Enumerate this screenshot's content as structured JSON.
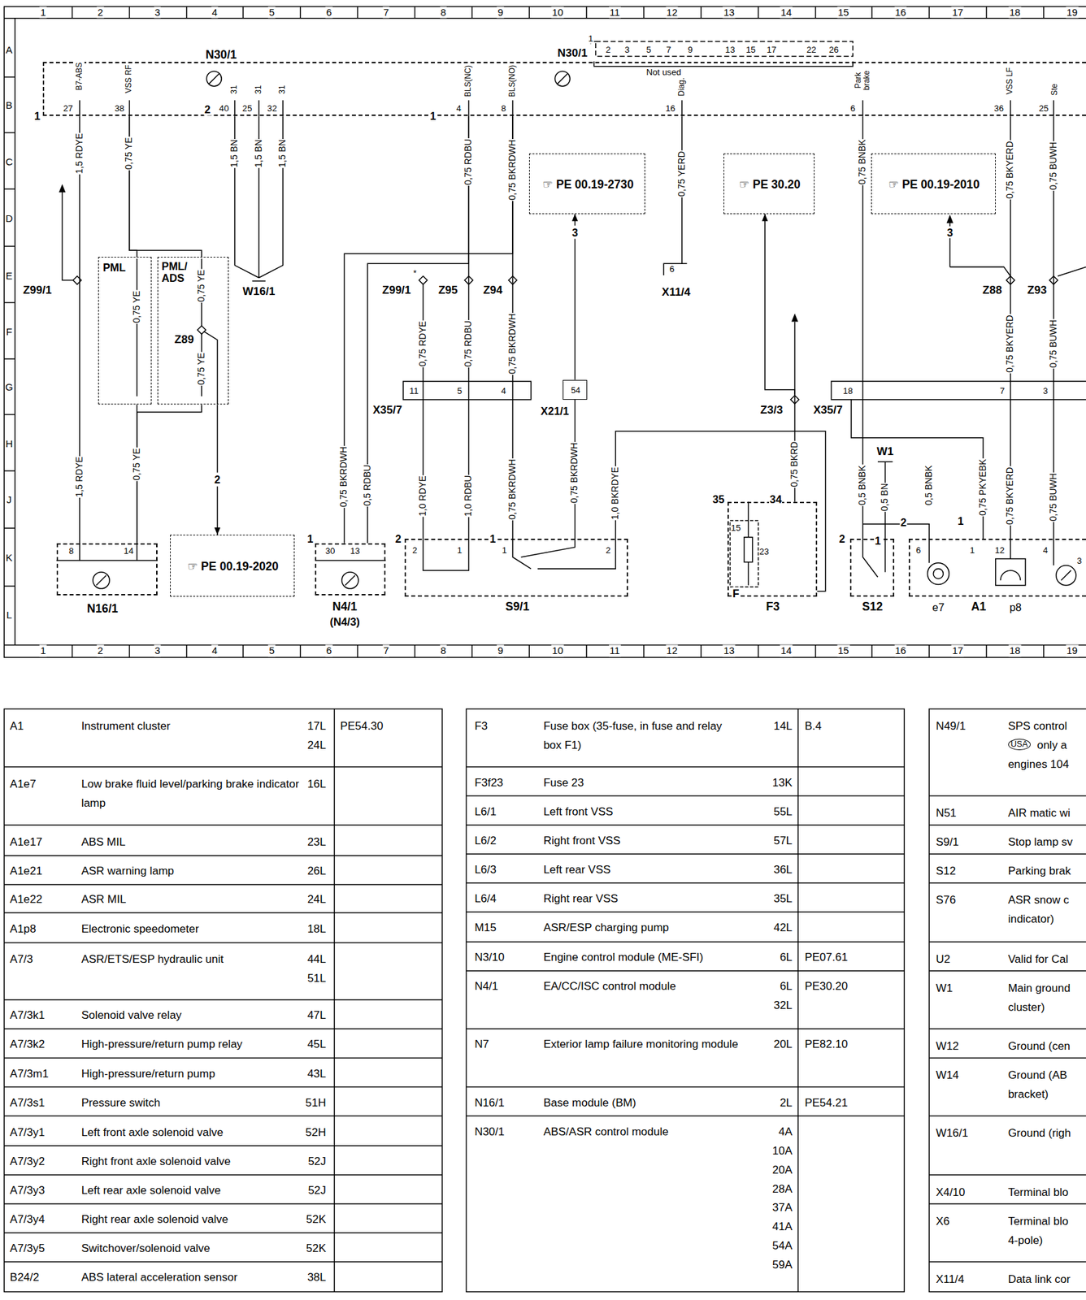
{
  "diagram": {
    "nodes": [
      {
        "text": [
          "N30/1"
        ]
      },
      {
        "text": [
          "☞ PE 00.19-2730"
        ]
      },
      {
        "text": [
          "☞ PE 30.20"
        ]
      },
      {
        "text": [
          "☞ PE 00.19-2010"
        ]
      },
      {
        "text": [
          "PML"
        ]
      },
      {
        "text": [
          "PML/ ADS"
        ]
      },
      {
        "text": [
          "54",
          "X21/1"
        ]
      },
      {
        "text": [
          "N16/1"
        ]
      },
      {
        "text": [
          "☞ PE 00.19-2020"
        ]
      },
      {
        "text": [
          "N4/1",
          "(N4/3)"
        ]
      },
      {
        "text": [
          "S9/1"
        ]
      },
      {
        "text": [
          "F3"
        ]
      },
      {
        "text": [
          "S12"
        ]
      },
      {
        "text": [
          "A1"
        ]
      }
    ],
    "edges": [
      {
        "from": 0,
        "to": 7,
        "arrow": "none"
      },
      {
        "from": 0,
        "to": 4,
        "arrow": "none"
      },
      {
        "from": 4,
        "to": 7,
        "arrow": "none"
      },
      {
        "from": 5,
        "to": 8,
        "label": "2",
        "arrow": "to"
      },
      {
        "from": 6,
        "to": 1,
        "label": "3",
        "arrow": "to"
      },
      {
        "from": 6,
        "to": 10,
        "arrow": "none"
      },
      {
        "from": 0,
        "to": 10,
        "arrow": "none"
      },
      {
        "from": 0,
        "to": 10,
        "arrow": "none"
      },
      {
        "from": 0,
        "to": 9,
        "arrow": "none"
      },
      {
        "from": 0,
        "to": 9,
        "arrow": "none"
      },
      {
        "from": 11,
        "to": 2,
        "arrow": "to"
      },
      {
        "from": 0,
        "to": 12,
        "arrow": "none"
      },
      {
        "from": 0,
        "to": 13,
        "arrow": "none"
      },
      {
        "from": 0,
        "to": 13,
        "arrow": "none"
      },
      {
        "from": 10,
        "to": 11,
        "arrow": "none"
      },
      {
        "from": 0,
        "to": 5,
        "arrow": "none"
      },
      {
        "from": 5,
        "to": 7,
        "arrow": "none"
      }
    ],
    "labels": [
      "1",
      "2",
      "3",
      "4",
      "5",
      "6",
      "7",
      "8",
      "9",
      "10",
      "11",
      "12",
      "13",
      "14",
      "15",
      "16",
      "17",
      "18",
      "19",
      "1",
      "2",
      "3",
      "4",
      "5",
      "6",
      "7",
      "8",
      "9",
      "10",
      "11",
      "12",
      "13",
      "14",
      "15",
      "16",
      "17",
      "18",
      "19",
      "A",
      "B",
      "C",
      "D",
      "E",
      "F",
      "G",
      "H",
      "J",
      "K",
      "L",
      "N30/1",
      "1",
      "2",
      "3",
      "5",
      "7",
      "9",
      "13",
      "15",
      "17",
      "22",
      "26",
      "Not used",
      "B7-ABS",
      "VSS RF",
      "31",
      "31",
      "31",
      "BLS(NC)",
      "BLS(NO)",
      "Diag.",
      "Park brake",
      "VSS LF",
      "Ste",
      "27",
      "38",
      "40",
      "25",
      "32",
      "4",
      "8",
      "16",
      "6",
      "36",
      "25",
      "1",
      "2",
      "1",
      "1,5 RDYE",
      "0,75 YE",
      "1,5 BN",
      "1,5 BN",
      "1,5 BN",
      "0,75 RDBU",
      "0,75 BKRDWH",
      "0,75 YERD",
      "0,75 BNBK",
      "0,75 BKYERD",
      "0,75 BUWH",
      "3",
      "Z99/1",
      "*",
      "Z99/1",
      "Z95",
      "Z94",
      "W16/1",
      "X11/4",
      "6",
      "Z88",
      "Z93",
      "Z89",
      "X35/7",
      "Z3/3",
      "X35/7",
      "W1",
      "0,75 YE",
      "0,75 YE",
      "0,75 YE",
      "1,5 RDYE",
      "0,75 YE",
      "0,75 RDYE",
      "0,75 RDBU",
      "0,75 BKRDWH",
      "0,75 BKYERD",
      "0,75 BUWH",
      "0,75 BKRDWH",
      "0,5 RDBU",
      "1,0 RDYE",
      "1,0 RDBU",
      "0,75 BKRDWH",
      "0,75 BKRDWH",
      "1,0 BKRDYE",
      "0,75 BKRD",
      "0,5 BNBK",
      "0,5 BN",
      "0,5 BNBK",
      "0,75 PKYEBK",
      "0,75 BKYERD",
      "0,75 BUWH",
      "11",
      "5",
      "4",
      "18",
      "7",
      "3",
      "8",
      "14",
      "1",
      "30",
      "13",
      "2",
      "2",
      "1",
      "1",
      "1",
      "2",
      "35",
      "34",
      "15",
      "23",
      "F",
      "2",
      "1",
      "2",
      "6",
      "1",
      "1",
      "12",
      "4",
      "3",
      "e7",
      "p8",
      "A1",
      "Instrument cluster",
      "17L",
      "24L",
      "PE54.30",
      "A1e7",
      "Low brake fluid level/parking brake indicator lamp",
      "16L",
      "A1e17",
      "ABS MIL",
      "23L",
      "A1e21",
      "ASR warning lamp",
      "26L",
      "A1e22",
      "ASR MIL",
      "24L",
      "A1p8",
      "Electronic speedometer",
      "18L",
      "A7/3",
      "ASR/ETS/ESP hydraulic unit",
      "44L",
      "51L",
      "A7/3k1",
      "Solenoid valve relay",
      "47L",
      "A7/3k2",
      "High-pressure/return pump relay",
      "45L",
      "A7/3m1",
      "High-pressure/return pump",
      "43L",
      "A7/3s1",
      "Pressure switch",
      "51H",
      "A7/3y1",
      "Left front axle solenoid valve",
      "52H",
      "A7/3y2",
      "Right front axle solenoid valve",
      "52J",
      "A7/3y3",
      "Left rear axle solenoid valve",
      "52J",
      "A7/3y4",
      "Right rear axle solenoid valve",
      "52K",
      "A7/3y5",
      "Switchover/solenoid valve",
      "52K",
      "B24/2",
      "ABS lateral acceleration sensor",
      "38L",
      "F3",
      "Fuse box (35-fuse, in fuse and relay box F1)",
      "14L",
      "B.4",
      "F3f23",
      "Fuse 23",
      "13K",
      "L6/1",
      "Left front VSS",
      "55L",
      "L6/2",
      "Right front VSS",
      "57L",
      "L6/3",
      "Left rear VSS",
      "36L",
      "L6/4",
      "Right rear VSS",
      "35L",
      "M15",
      "ASR/ESP charging pump",
      "42L",
      "N3/10",
      "Engine control module (ME-SFI)",
      "6L",
      "PE07.61",
      "N4/1",
      "EA/CC/ISC control module",
      "6L",
      "32L",
      "PE30.20",
      "N7",
      "Exterior lamp failure monitoring module",
      "20L",
      "PE82.10",
      "N16/1",
      "Base module (BM)",
      "2L",
      "PE54.21",
      "N30/1",
      "ABS/ASR control module",
      "4A",
      "10A",
      "20A",
      "28A",
      "37A",
      "41A",
      "54A",
      "59A",
      "N49/1",
      "SPS control",
      "USA",
      "only a",
      "engines 104",
      "N51",
      "AIR matic wi",
      "S9/1",
      "Stop lamp sv",
      "S12",
      "Parking brak",
      "S76",
      "ASR snow c",
      "indicator)",
      "U2",
      "Valid for Cal",
      "W1",
      "Main ground",
      "cluster)",
      "W12",
      "Ground (cen",
      "W14",
      "Ground (AB",
      "bracket)",
      "W16/1",
      "Ground (righ",
      "X4/10",
      "Terminal blo",
      "X6",
      "Terminal blo",
      "4-pole)",
      "X11/4",
      "Data link cor"
    ]
  }
}
